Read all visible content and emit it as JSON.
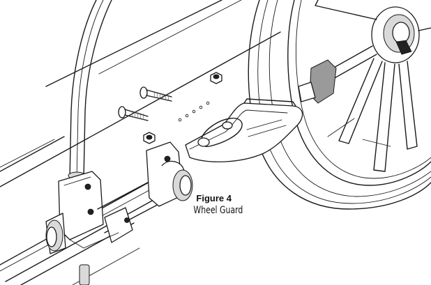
{
  "figure": {
    "number_label": "Figure 4",
    "title": "Wheel Guard"
  },
  "parts": {
    "frame": "frame-rail",
    "handlebar": "handle-tube",
    "wheel": "rear-wheel",
    "guard": "wheel-guard",
    "bolts": [
      "carriage-bolt-1",
      "carriage-bolt-2"
    ],
    "nuts": [
      "lock-nut-1",
      "lock-nut-2"
    ]
  }
}
